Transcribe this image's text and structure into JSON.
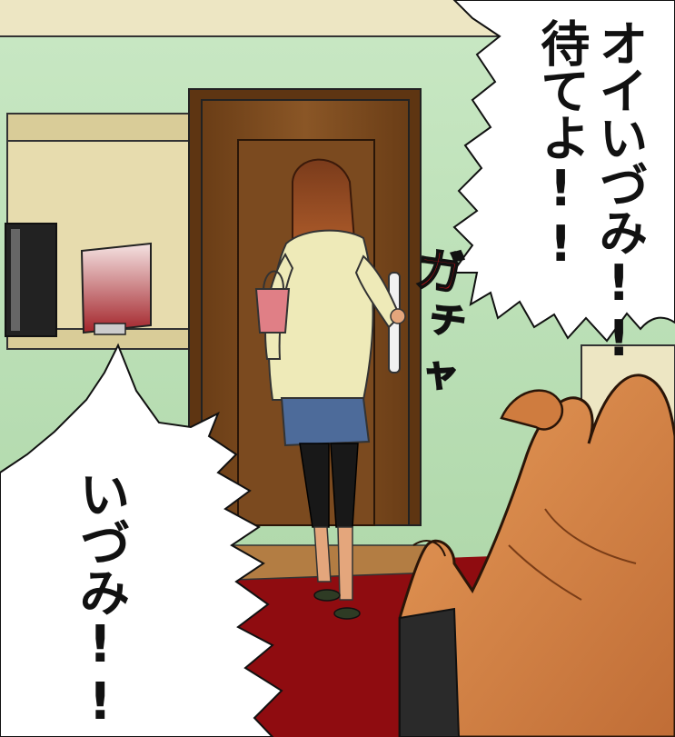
{
  "speech": {
    "bubble_right": {
      "line1": "オイいづみ!!",
      "line2": "待てよ!!"
    },
    "bubble_left": {
      "line1": "いづみ!!"
    }
  },
  "sound_effect": {
    "part1": "ガ",
    "part2": "チャ"
  },
  "colors": {
    "wall_green": "#c9e7c3",
    "ceiling": "#ede6c3",
    "door_brown": "#7a4a1e",
    "carpet_red": "#8f0c10",
    "shelf_tan": "#e7dcae",
    "jacket_cream": "#eeeab8",
    "skin": "#d9874a",
    "sfx_red": "#d0121b"
  }
}
